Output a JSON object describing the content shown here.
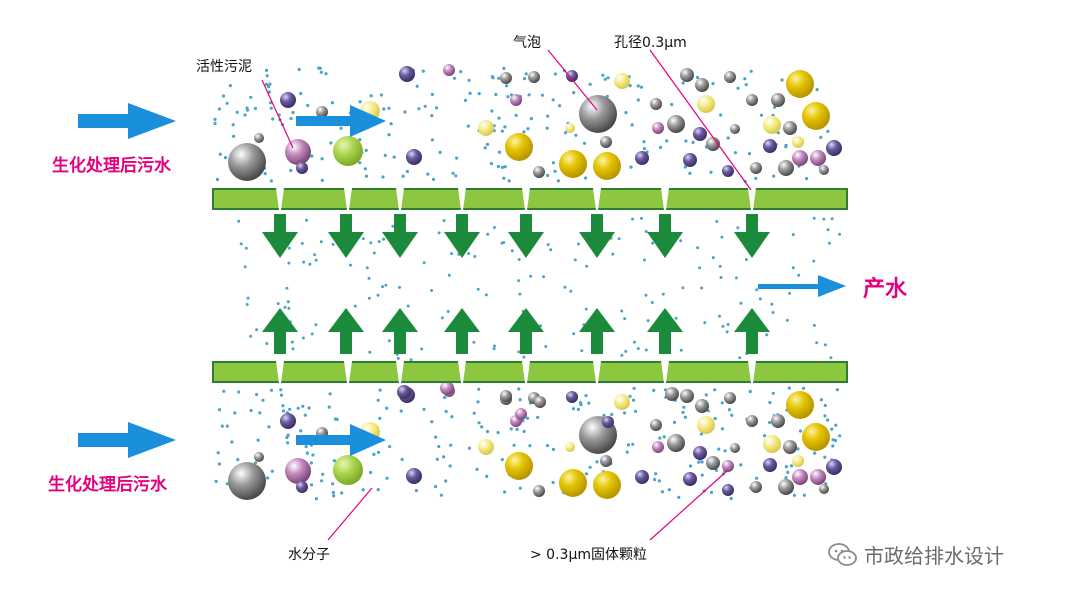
{
  "labels": {
    "sludge": "活性污泥",
    "bubble": "气泡",
    "pore": "孔径0.3μm",
    "water_molecule": "水分子",
    "particle": "> 0.3μm固体颗粒",
    "inflow_top": "生化处理后污水",
    "inflow_bottom": "生化处理后污水",
    "product": "产水"
  },
  "watermark": {
    "text": "市政给排水设计",
    "icon": "wechat-icon"
  },
  "colors": {
    "inflow_text": "#e6007e",
    "product_text": "#e6007e",
    "flow_arrow": "#1a8fdc",
    "membrane": "#8dc63f",
    "membrane_border": "#2e7d32",
    "filtration_arrow": "#1b8a3a",
    "leader_line": "#e6007e",
    "water_molecule": "#4aa3c9",
    "particle_gray": "#8a8a8a",
    "particle_purple": "#6a5a9a",
    "particle_pink": "#c58ac0",
    "particle_yellow": "#e3c400",
    "particle_green": "#a8d34a",
    "particle_pale_yellow": "#f3e77a"
  }
}
